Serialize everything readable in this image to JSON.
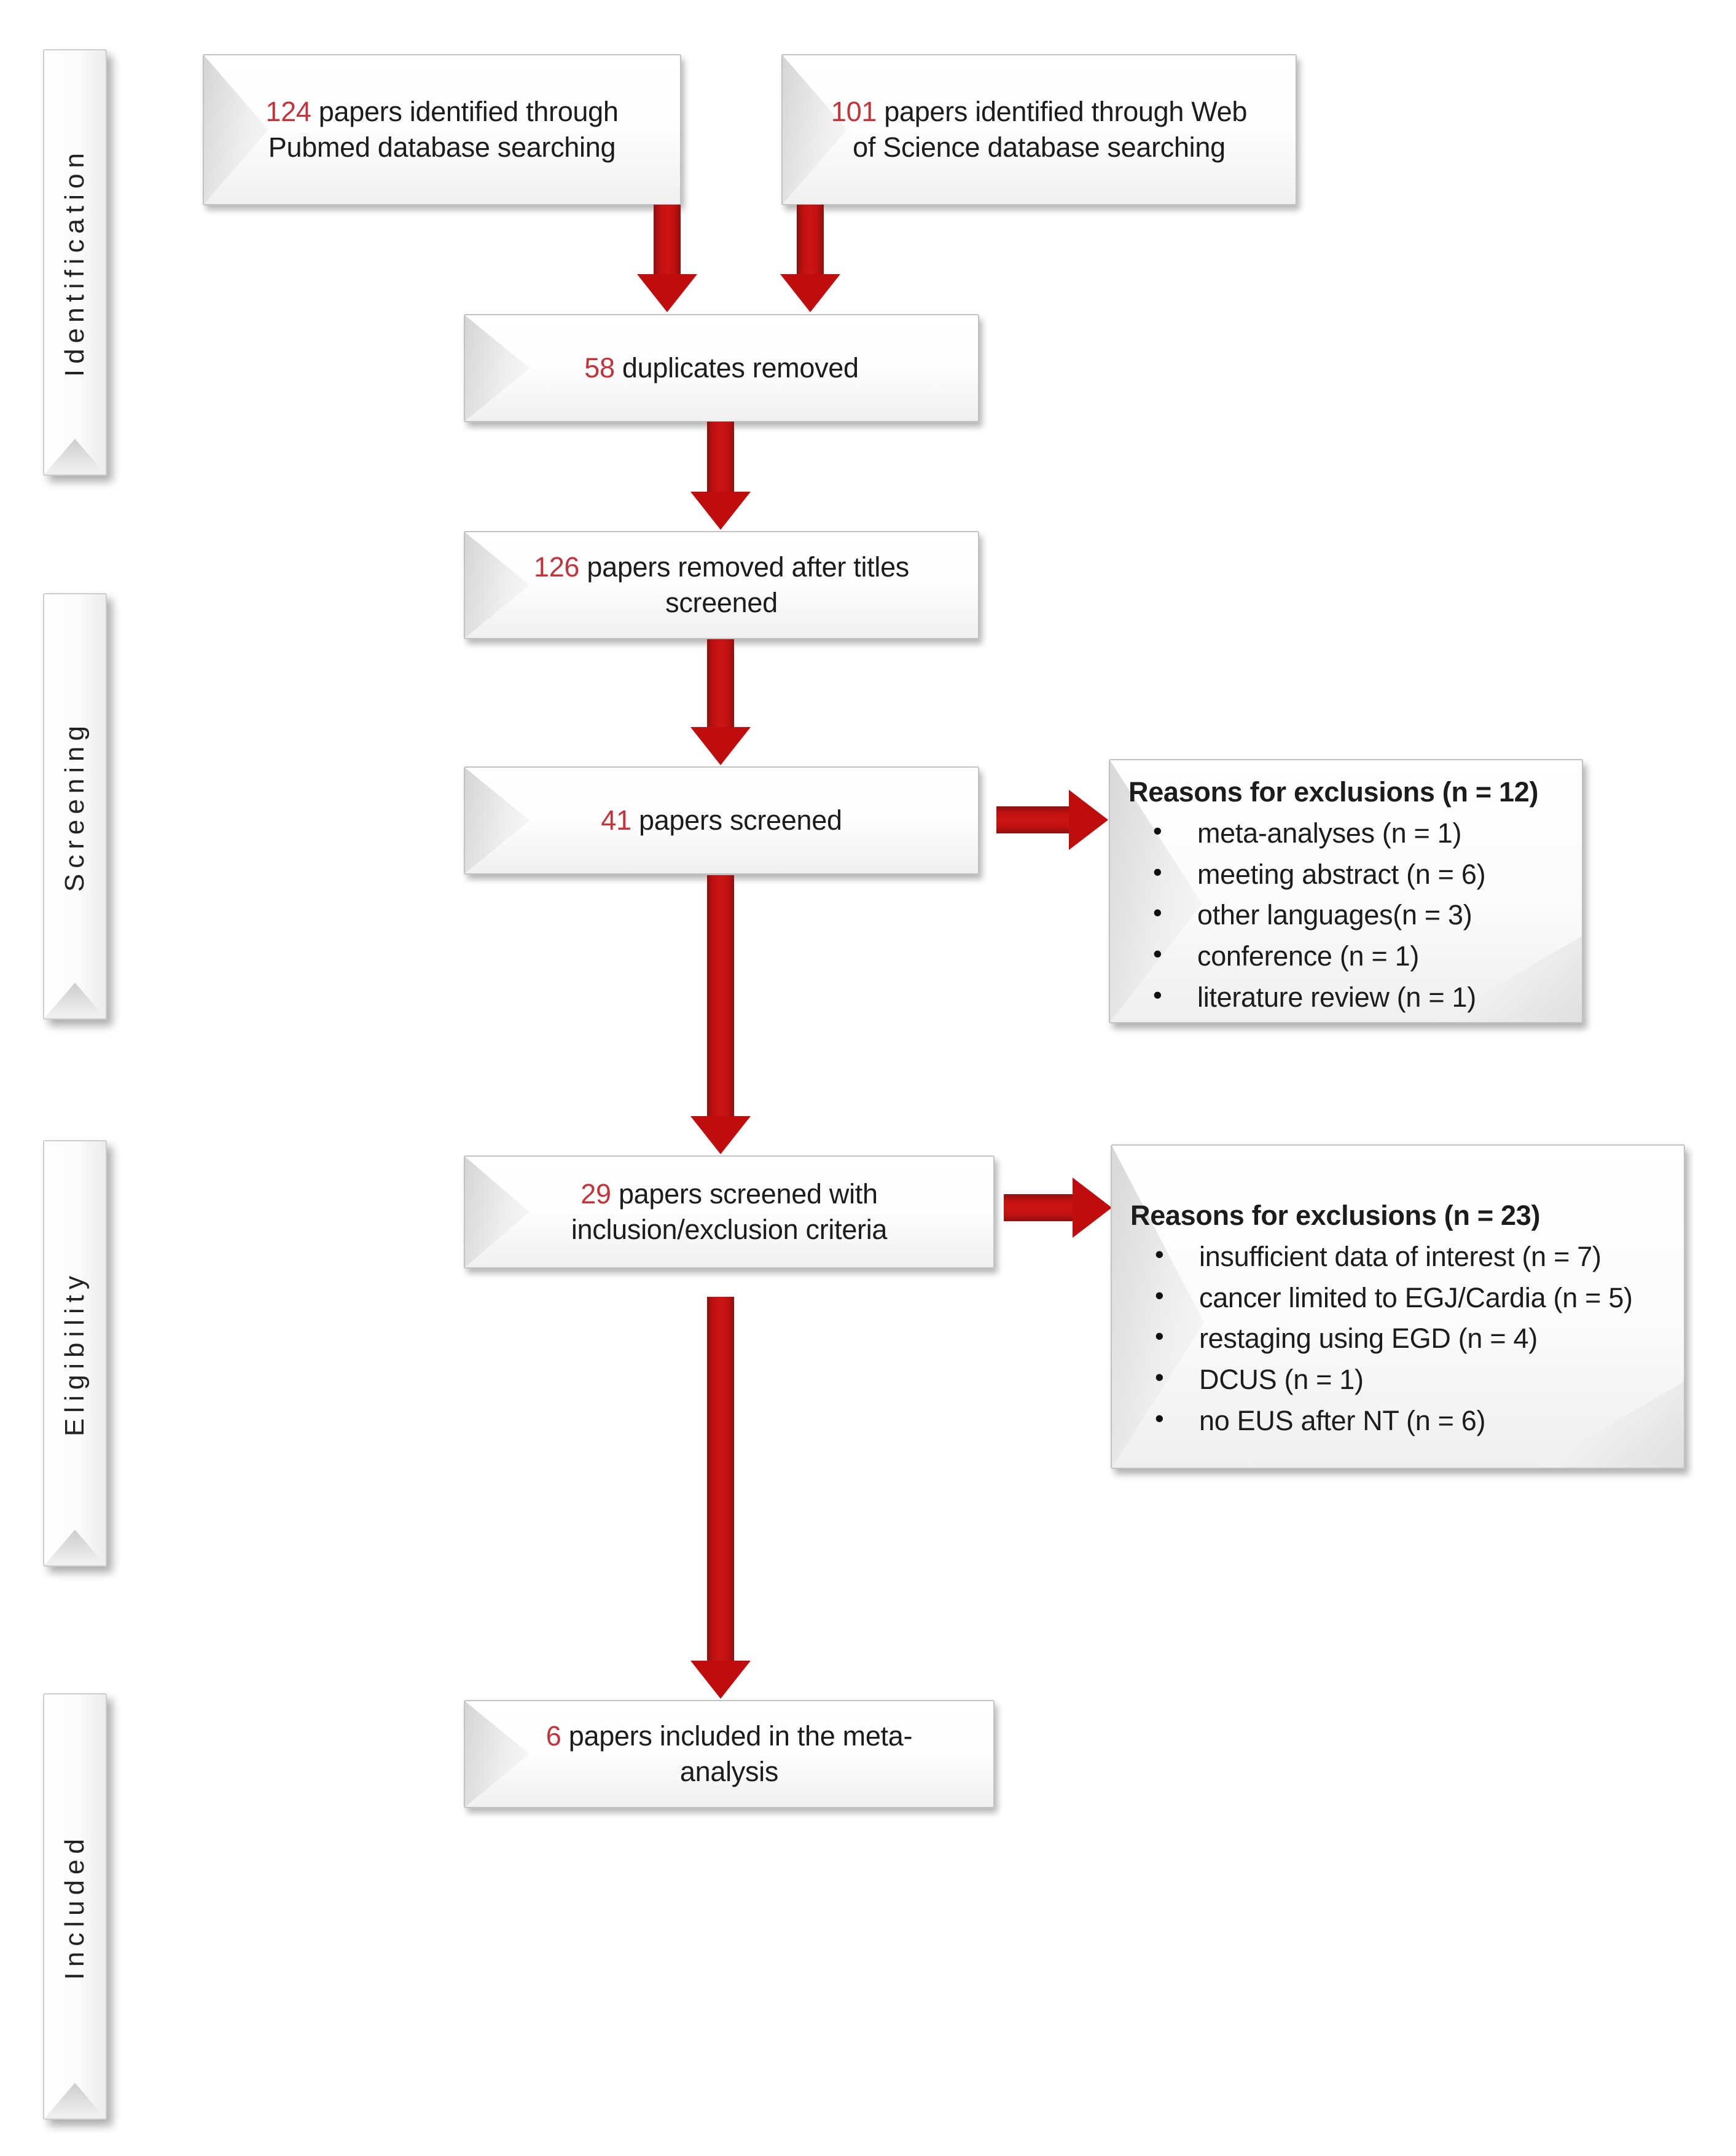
{
  "colors": {
    "arrow_red": "#c00000",
    "number_red": "#c5333a",
    "box_border": "#c2c2c2",
    "text": "#1c1c1c"
  },
  "sidebar": {
    "stages": [
      {
        "label": "Identification"
      },
      {
        "label": "Screening"
      },
      {
        "label": "Eligibility"
      },
      {
        "label": "Included"
      }
    ]
  },
  "flow": {
    "pubmed": {
      "count": "124",
      "label": "papers identified through\nPubmed database searching"
    },
    "web_of_science": {
      "count": "101",
      "label": "papers identified through Web\nof Science database searching"
    },
    "duplicates": {
      "count": "58",
      "label": "duplicates removed"
    },
    "titles_screened": {
      "count": "126",
      "label": "papers removed after titles\nscreened"
    },
    "screened": {
      "count": "41",
      "label": "papers screened"
    },
    "criteria": {
      "count": "29",
      "label": "papers screened with\ninclusion/exclusion criteria"
    },
    "included": {
      "count": "6",
      "label": "papers included in the meta-\nanalysis"
    }
  },
  "exclusions": {
    "screening": {
      "title": "Reasons for exclusions (n = 12)",
      "items": [
        "meta-analyses (n = 1)",
        "meeting abstract (n = 6)",
        "other languages(n = 3)",
        "conference (n = 1)",
        "literature review (n = 1)"
      ]
    },
    "eligibility": {
      "title": "Reasons for exclusions (n = 23)",
      "items": [
        "insufficient data of interest (n = 7)",
        "cancer limited to EGJ/Cardia (n = 5)",
        "restaging using EGD (n = 4)",
        "DCUS (n = 1)",
        "no EUS after NT (n = 6)"
      ]
    }
  }
}
